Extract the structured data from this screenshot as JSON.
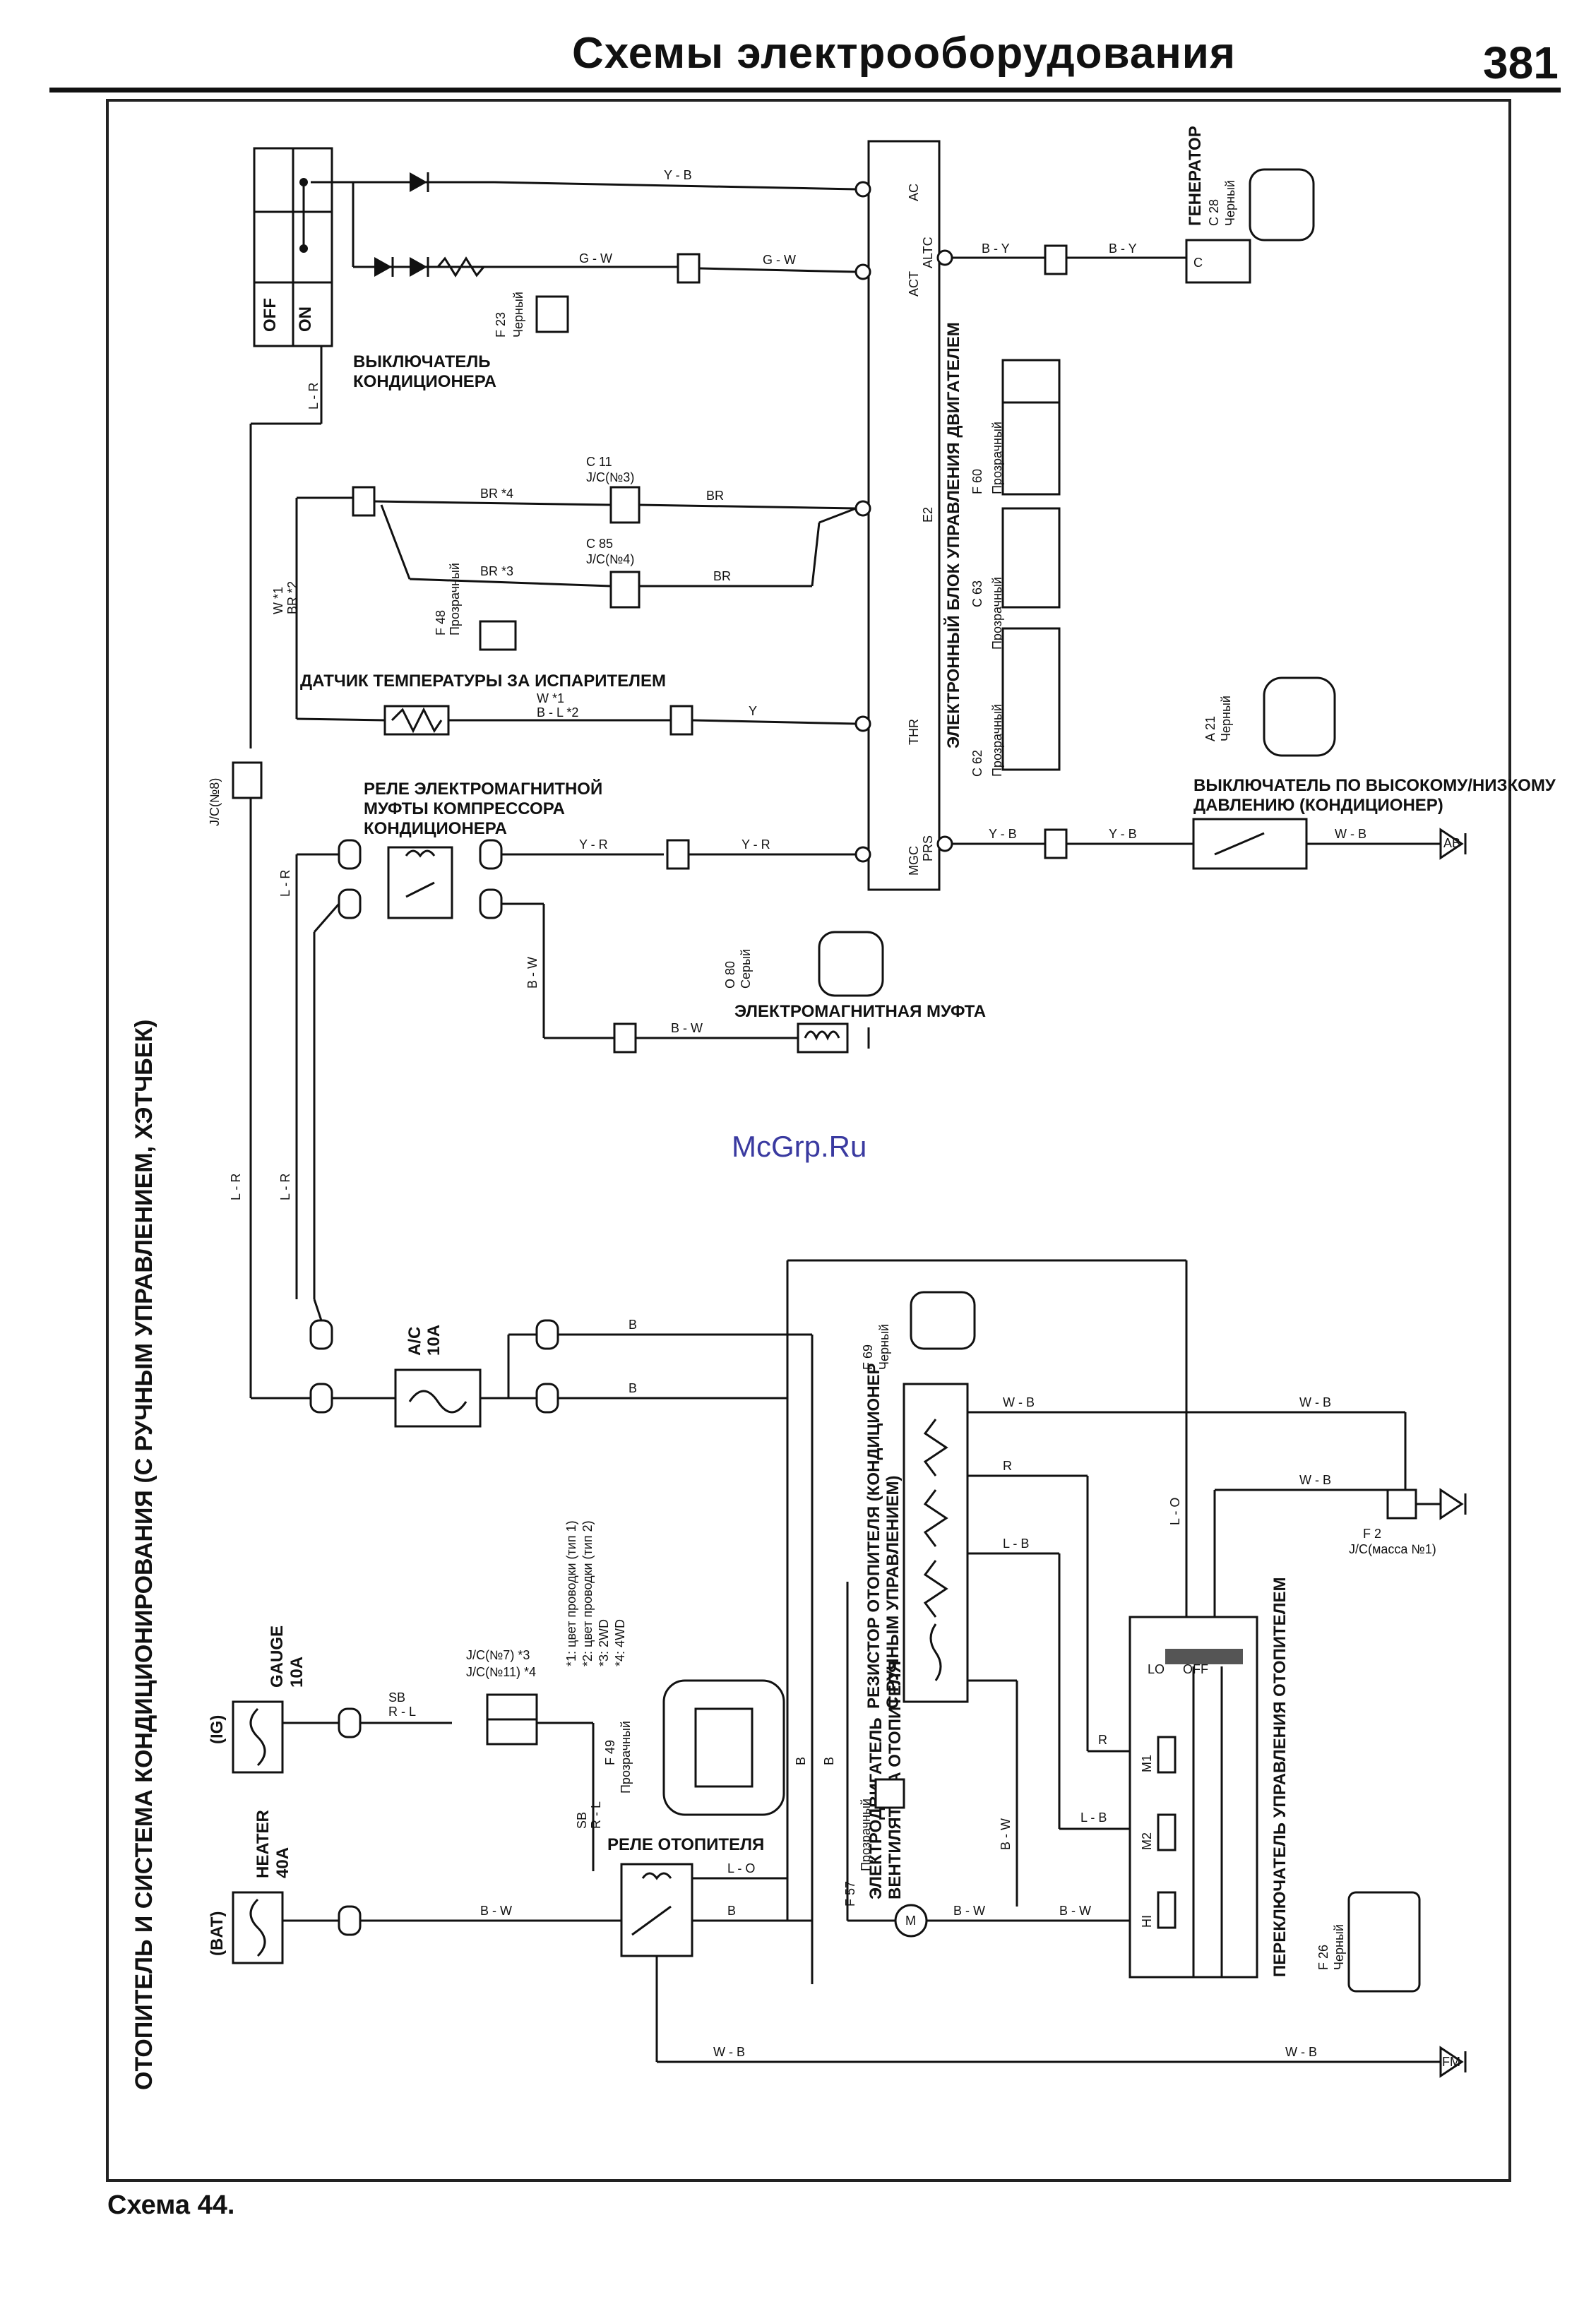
{
  "header": {
    "title": "Схемы электрооборудования",
    "page_number": "381"
  },
  "side_title": "ОТОПИТЕЛЬ И СИСТЕМА КОНДИЦИОНИРОВАНИЯ (С РУЧНЫМ УПРАВЛЕНИЕМ, ХЭТЧБЕК)",
  "caption": "Схема 44.",
  "watermark": "McGrp.Ru",
  "components": {
    "ac_switch": {
      "name_line1": "ВЫКЛЮЧАТЕЛЬ",
      "name_line2": "КОНДИЦИОНЕРА",
      "off": "OFF",
      "on": "ON",
      "code": "F 23",
      "color": "Черный"
    },
    "ecu": {
      "name": "ЭЛЕКТРОННЫЙ БЛОК УПРАВЛЕНИЯ ДВИГАТЕЛЕМ",
      "pins": [
        "AC",
        "ACT",
        "ALTC",
        "E2",
        "THR",
        "MGC",
        "PRS"
      ],
      "connectors": [
        {
          "code": "F 60",
          "color": "Прозрачный"
        },
        {
          "code": "C 63",
          "color": "Прозрачный"
        },
        {
          "code": "C 62",
          "color": "Прозрачный"
        }
      ]
    },
    "generator": {
      "name": "ГЕНЕРАТОР",
      "code": "C 28",
      "color": "Черный",
      "pin": "C"
    },
    "jc3": {
      "code": "C 11",
      "name": "J/C(№3)"
    },
    "jc4": {
      "code": "C 85",
      "name": "J/C(№4)"
    },
    "evap_sensor": {
      "name": "ДАТЧИК ТЕМПЕРАТУРЫ ЗА ИСПАРИТЕЛЕМ",
      "code": "F 48",
      "color": "Прозрачный"
    },
    "compressor_relay": {
      "line1": "РЕЛЕ ЭЛЕКТРОМАГНИТНОЙ",
      "line2": "МУФТЫ КОМПРЕССОРА",
      "line3": "КОНДИЦИОНЕРА"
    },
    "pressure_switch": {
      "line1": "ВЫКЛЮЧАТЕЛЬ ПО ВЫСОКОМУ/НИЗКОМУ",
      "line2": "ДАВЛЕНИЮ (КОНДИЦИОНЕР)",
      "code": "A 21",
      "color": "Черный"
    },
    "clutch": {
      "name": "ЭЛЕКТРОМАГНИТНАЯ МУФТА",
      "code": "O 80",
      "color": "Серый"
    },
    "jc8": {
      "name": "J/C(№8)"
    },
    "ac_fuse": {
      "name": "A/C",
      "rating": "10A"
    },
    "heater_resistor": {
      "line1": "РЕЗИСТОР ОТОПИТЕЛЯ (КОНДИЦИОНЕР",
      "line2": "С РУЧНЫМ УПРАВЛЕНИЕМ)",
      "code": "F 69",
      "color": "Черный"
    },
    "jc_ground": {
      "code": "F 2",
      "name": "J/C(масса №1)"
    },
    "notes": [
      "*1: цвет проводки (тип 1)",
      "*2: цвет проводки (тип 2)",
      "*3: 2WD",
      "*4: 4WD"
    ],
    "jc7_11": {
      "line1": "J/C(№7) *3",
      "line2": "J/C(№11) *4"
    },
    "gauge_fuse": {
      "supply": "(IG)",
      "name": "GAUGE",
      "rating": "10A"
    },
    "heater_fuse": {
      "supply": "(BAT)",
      "name": "HEATER",
      "rating": "40A"
    },
    "heater_relay": {
      "name": "РЕЛЕ ОТОПИТЕЛЯ",
      "code": "F 49",
      "color": "Прозрачный"
    },
    "blower_motor": {
      "line1": "ЭЛЕКТРОДВИГАТЕЛЬ",
      "line2": "ВЕНТИЛЯТОРА ОТОПИТЕЛЯ",
      "code": "F 57",
      "color": "Прозрачный"
    },
    "heater_switch": {
      "name": "ПЕРЕКЛЮЧАТЕЛЬ УПРАВЛЕНИЯ ОТОПИТЕЛЕМ",
      "code": "F 26",
      "color": "Черный",
      "positions": [
        "LO",
        "OFF",
        "M1",
        "M2",
        "HI"
      ]
    }
  },
  "wires": {
    "y_b": "Y - B",
    "g_w": "G - W",
    "g_w2": "G - W",
    "b_y": "B - Y",
    "b_y2": "B - Y",
    "l_r": "L - R",
    "br4": "BR *4",
    "br3": "BR *3",
    "br": "BR",
    "w1": "W *1",
    "br2": "BR *2",
    "w1b": "W *1",
    "bl2": "B - L *2",
    "y": "Y",
    "y_r": "Y - R",
    "y_r2": "Y - R",
    "y_b2": "Y - B",
    "y_b3": "Y - B",
    "w_b": "W - B",
    "b_w": "B - W",
    "b": "B",
    "r": "R",
    "l_b": "L - B",
    "l_o": "L - O",
    "sb": "SB",
    "rl": "R - L"
  },
  "grounds": [
    "AB",
    "FM"
  ]
}
